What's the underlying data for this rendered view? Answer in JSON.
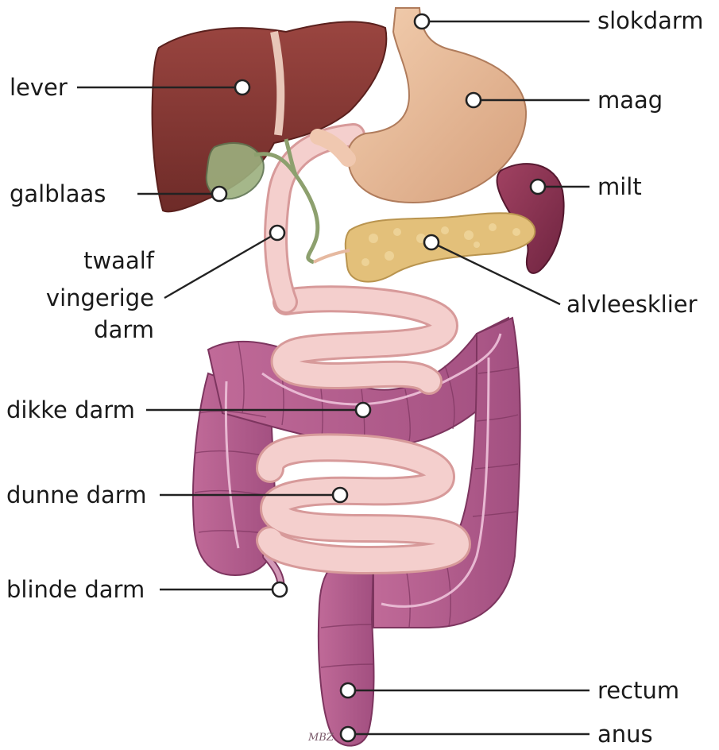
{
  "labels": {
    "slokdarm": "slokdarm",
    "maag": "maag",
    "milt": "milt",
    "alvleesklier": "alvleesklier",
    "lever": "lever",
    "galblaas": "galblaas",
    "twaalfvingerige_line1": "twaalf",
    "twaalfvingerige_line2": "vingerige",
    "twaalfvingerige_line3": "darm",
    "dikke_darm": "dikke darm",
    "dunne_darm": "dunne darm",
    "blinde_darm": "blinde darm",
    "rectum": "rectum",
    "anus": "anus"
  },
  "signature": "MBZ",
  "colors": {
    "liver": "#8e3a34",
    "stomach": "#e9b998",
    "spleen": "#8b3452",
    "pancreas": "#e3c07a",
    "gallbladder": "#9cb07e",
    "small_intestine": "#f2c5c4",
    "large_intestine": "#b55d8e"
  }
}
